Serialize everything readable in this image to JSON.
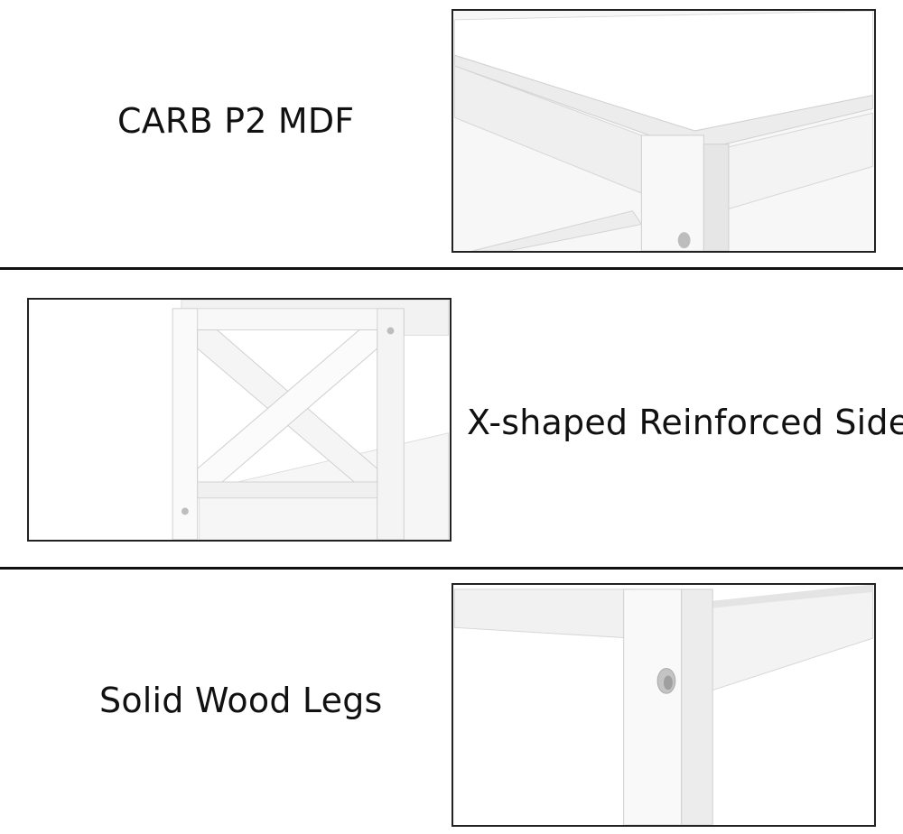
{
  "features": [
    {
      "caption": "CARB P2 MDF",
      "image": "table-top-corner-detail"
    },
    {
      "caption": "X-shaped Reinforced Side",
      "image": "x-brace-side-panel-detail"
    },
    {
      "caption": "Solid Wood Legs",
      "image": "table-leg-detail"
    }
  ],
  "colors": {
    "text": "#111111",
    "divider": "#111111",
    "furniture": "#ffffff",
    "shadow": "#d9d9d9"
  }
}
